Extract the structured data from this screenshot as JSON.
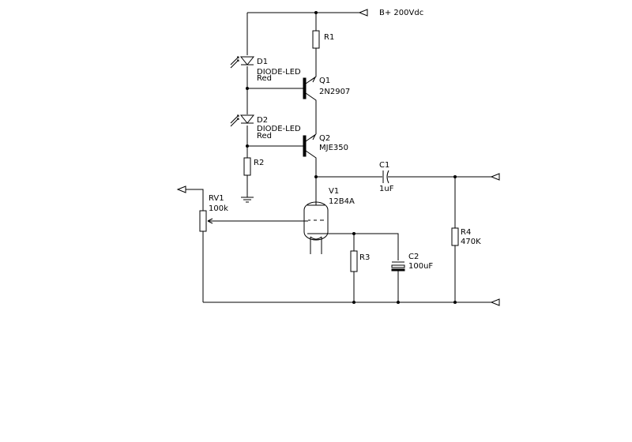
{
  "rail": {
    "label": "B+ 200Vdc"
  },
  "components": {
    "R1": {
      "ref": "R1"
    },
    "D1": {
      "ref": "D1",
      "type": "DIODE-LED",
      "value": "Red"
    },
    "Q1": {
      "ref": "Q1",
      "part": "2N2907"
    },
    "D2": {
      "ref": "D2",
      "type": "DIODE-LED",
      "value": "Red"
    },
    "Q2": {
      "ref": "Q2",
      "part": "MJE350"
    },
    "R2": {
      "ref": "R2"
    },
    "C1": {
      "ref": "C1",
      "value": "1uF"
    },
    "V1": {
      "ref": "V1",
      "part": "12B4A"
    },
    "RV1": {
      "ref": "RV1",
      "value": "100k"
    },
    "R3": {
      "ref": "R3"
    },
    "C2": {
      "ref": "C2",
      "value": "100uF"
    },
    "R4": {
      "ref": "R4",
      "value": "470K"
    }
  },
  "colors": {
    "ink": "#000000",
    "background": "#ffffff"
  }
}
